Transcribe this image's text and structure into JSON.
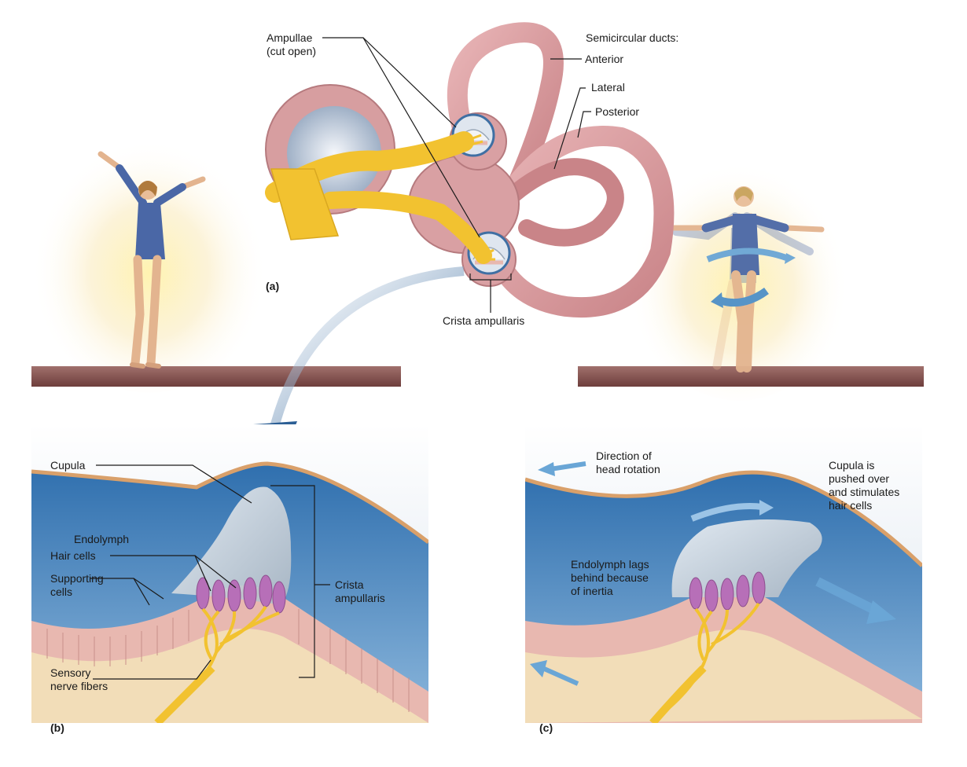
{
  "panels": {
    "a": "(a)",
    "b": "(b)",
    "c": "(c)"
  },
  "panel_a": {
    "ampullae": "Ampullae\n(cut open)",
    "semicircular_ducts": "Semicircular ducts:",
    "anterior": "Anterior",
    "lateral": "Lateral",
    "posterior": "Posterior",
    "crista_ampullaris": "Crista ampullaris"
  },
  "panel_b": {
    "cupula": "Cupula",
    "endolymph": "Endolymph",
    "hair_cells": "Hair cells",
    "supporting_cells": "Supporting\ncells",
    "sensory_nerve_fibers": "Sensory\nnerve fibers",
    "crista_ampullaris": "Crista\nampullaris"
  },
  "panel_c": {
    "direction": "Direction of\nhead rotation",
    "cupula_pushed": "Cupula is\npushed over\nand stimulates\nhair cells",
    "endolymph_lags": "Endolymph lags\nbehind because\nof inertia"
  },
  "colors": {
    "duct": "#d89a9e",
    "duct_dark": "#b87478",
    "nerve": "#f2c230",
    "endolymph": "#4a86c0",
    "epithelium": "#e8b8b0",
    "connective": "#f2ddb8",
    "hair_cell": "#b76fb8",
    "arrow_blue": "#6aa6d6",
    "beam": "#7a4a48"
  }
}
